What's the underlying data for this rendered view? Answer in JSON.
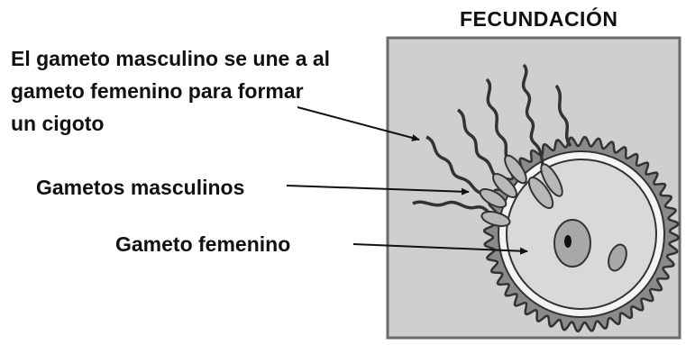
{
  "diagram": {
    "title": "FECUNDACIÓN",
    "label_union": {
      "line1": "El gameto masculino se une a al",
      "line2": "gameto femenino para formar",
      "line3": "un cigoto"
    },
    "label_male": "Gametos masculinos",
    "label_female": "Gameto femenino"
  }
}
